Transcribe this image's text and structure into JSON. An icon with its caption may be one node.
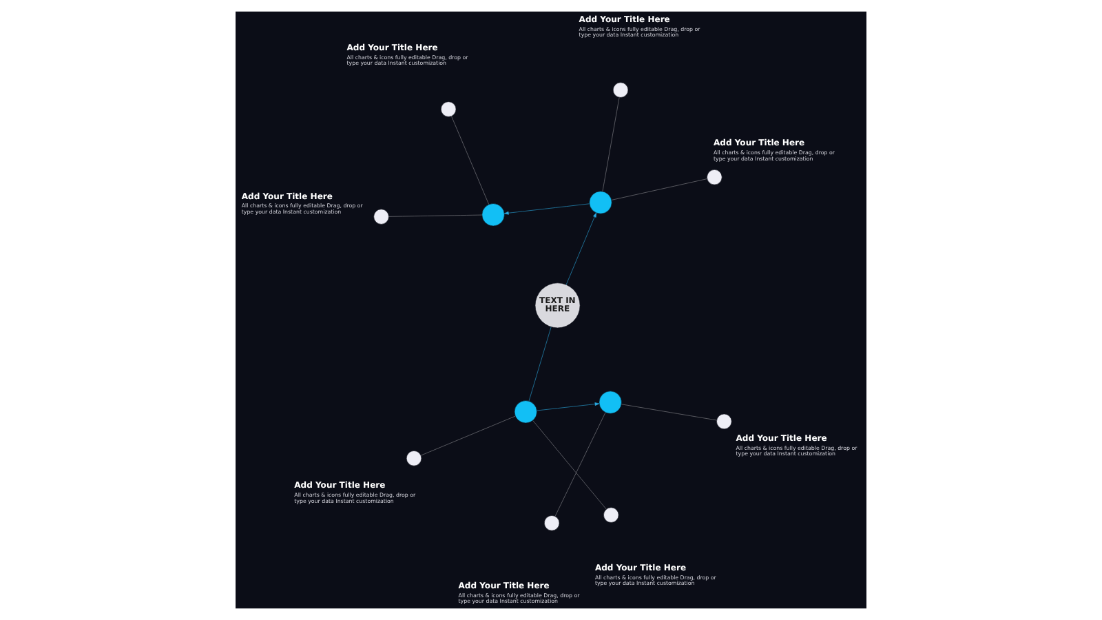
{
  "diagram": {
    "nodes": [
      {
        "text": [
          "TEXT IN HERE"
        ]
      },
      {
        "text": [],
        "shape": "circle"
      },
      {
        "text": [],
        "shape": "circle"
      },
      {
        "text": [],
        "shape": "circle"
      },
      {
        "text": [],
        "shape": "circle"
      },
      {
        "text": [],
        "shape": "circle",
        "beside": [
          "Add Your Title Here",
          "All charts & icons fully editable Drag, drop or type your data Instant customization"
        ]
      },
      {
        "text": [],
        "shape": "circle",
        "beside": [
          "Add Your Title Here",
          "All charts & icons fully editable Drag, drop or type your data Instant customization"
        ]
      },
      {
        "text": [],
        "shape": "circle",
        "beside": [
          "Add Your Title Here",
          "All charts & icons fully editable Drag, drop or type your data Instant customization"
        ]
      },
      {
        "text": [],
        "shape": "circle",
        "beside": [
          "Add Your Title Here",
          "All charts & icons fully editable Drag, drop or type your data Instant customization"
        ]
      },
      {
        "text": [],
        "shape": "circle",
        "beside": [
          "Add Your Title Here",
          "All charts & icons fully editable Drag, drop or type your data Instant customization"
        ]
      },
      {
        "text": [],
        "shape": "circle",
        "beside": [
          "Add Your Title Here",
          "All charts & icons fully editable Drag, drop or type your data Instant customization"
        ]
      },
      {
        "text": [],
        "shape": "circle",
        "beside": [
          "Add Your Title Here",
          "All charts & icons fully editable Drag, drop or type your data Instant customization"
        ]
      },
      {
        "text": [],
        "shape": "circle",
        "beside": [
          "Add Your Title Here",
          "All charts & icons fully editable Drag, drop or type your data Instant customization"
        ]
      }
    ],
    "edges": [
      {
        "from": 1,
        "to": 5,
        "arrow": "none"
      },
      {
        "from": 1,
        "to": 6,
        "arrow": "none"
      },
      {
        "from": 2,
        "to": 7,
        "arrow": "none"
      },
      {
        "from": 2,
        "to": 8,
        "arrow": "none"
      },
      {
        "from": 3,
        "to": 9,
        "arrow": "none"
      },
      {
        "from": 3,
        "to": 10,
        "arrow": "none"
      },
      {
        "from": 4,
        "to": 11,
        "arrow": "none"
      },
      {
        "from": 4,
        "to": 12,
        "arrow": "none"
      },
      {
        "from": 1,
        "to": 0,
        "arrow": "none",
        "color": "#29a8e0"
      },
      {
        "from": 0,
        "to": 3,
        "arrow": "to",
        "color": "#29a8e0"
      },
      {
        "from": 1,
        "to": 2,
        "arrow": "to",
        "color": "#29a8e0"
      },
      {
        "from": 3,
        "to": 4,
        "arrow": "to",
        "color": "#29a8e0"
      }
    ]
  }
}
